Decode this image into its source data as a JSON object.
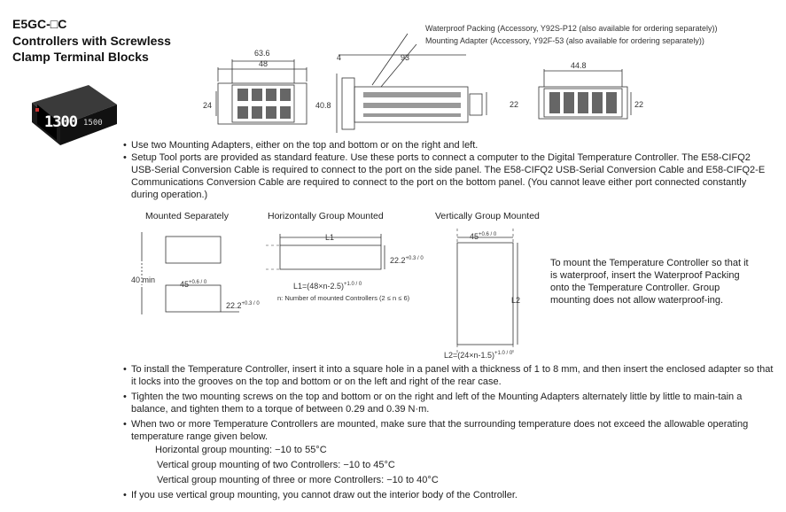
{
  "header": {
    "model": "E5GC-□C",
    "title_line1": "Controllers with Screwless",
    "title_line2": "Clamp Terminal Blocks"
  },
  "product_display": {
    "value": "1300",
    "secondary": "1500"
  },
  "dimension_drawing": {
    "accessory1": "Waterproof Packing (Accessory, Y92S-P12 (also available for ordering separately))",
    "accessory2": "Mounting Adapter (Accessory, Y92F-53 (also available for ordering separately))",
    "dims": {
      "width_outer": "63.6",
      "width_inner": "48",
      "height_front": "24",
      "depth_flange": "4",
      "depth_total": "93",
      "height_side": "40.8",
      "height_side_right": "22",
      "width_rear": "44.8",
      "height_rear": "22"
    }
  },
  "bullets_top": [
    "Use two Mounting Adapters, either on the top and bottom or on the right and left.",
    "Setup Tool ports are provided as standard feature. Use these ports to connect a computer to the Digital Temperature Controller. The E58-CIFQ2 USB-Serial Conversion Cable is required to connect to the port on the side panel. The E58-CIFQ2 USB-Serial Conversion Cable and E58-CIFQ2-E Communications Conversion Cable are required to connect to the port on the bottom panel. (You cannot leave either port connected constantly during operation.)"
  ],
  "cutouts": {
    "separate": {
      "heading": "Mounted Separately",
      "spacing": "40 min",
      "width": "45",
      "width_tol": "+0.6 / 0",
      "height": "22.2",
      "height_tol": "+0.3 / 0"
    },
    "horizontal": {
      "heading": "Horizontally Group Mounted",
      "length_label": "L1",
      "height": "22.2",
      "height_tol": "+0.3 / 0",
      "formula": "L1=(48×n-2.5)",
      "formula_tol": "+1.0 / 0",
      "note": "n: Number of mounted Controllers (2 ≤ n ≤ 6)"
    },
    "vertical": {
      "heading": "Vertically Group Mounted",
      "width": "45",
      "width_tol": "+0.6 / 0",
      "length_label": "L2",
      "formula": "L2=(24×n-1.5)",
      "formula_tol": "+1.0 / 0"
    }
  },
  "side_note": "To mount the Temperature Controller so that it is waterproof, insert the Waterproof Packing onto the Temperature Controller. Group mounting does not allow waterproof-ing.",
  "bullets_bottom": [
    "To install the Temperature Controller, insert it into a square hole in a panel with a thickness of 1 to 8 mm, and then insert the enclosed adapter so that it locks into the grooves on the top and bottom or on the left and right of the rear case.",
    "Tighten the two mounting screws on the top and bottom or on the right and left of the Mounting Adapters alternately little by little to main-tain a balance, and tighten them to a torque of between 0.29 and 0.39 N·m.",
    "When two or more Temperature Controllers are mounted, make sure that the surrounding temperature does not exceed the allowable operating temperature range given below."
  ],
  "temp_ranges": [
    "Horizontal group mounting: −10 to 55°C",
    "Vertical group mounting of two Controllers: −10 to 45°C",
    "Vertical group mounting of three or more Controllers: −10 to 40°C"
  ],
  "bullet_last": "If you use vertical group mounting, you cannot draw out the interior body of the Controller."
}
